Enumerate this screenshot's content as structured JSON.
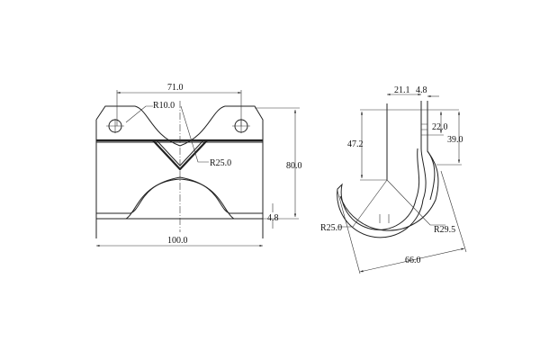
{
  "drawing": {
    "front_view": {
      "dim_hole_spacing": "71.0",
      "dim_height": "80.0",
      "dim_width": "100.0",
      "dim_thickness": "4.8",
      "radius_ear": "R10.0",
      "radius_notch": "R25.0"
    },
    "side_view": {
      "dim_offset": "21.1",
      "dim_thickness": "4.8",
      "dim_center_depth": "47.2",
      "dim_slot": "22.0",
      "dim_straight": "39.0",
      "radius_inner": "R25.0",
      "radius_outer": "R29.5",
      "dim_span": "66.0"
    }
  }
}
